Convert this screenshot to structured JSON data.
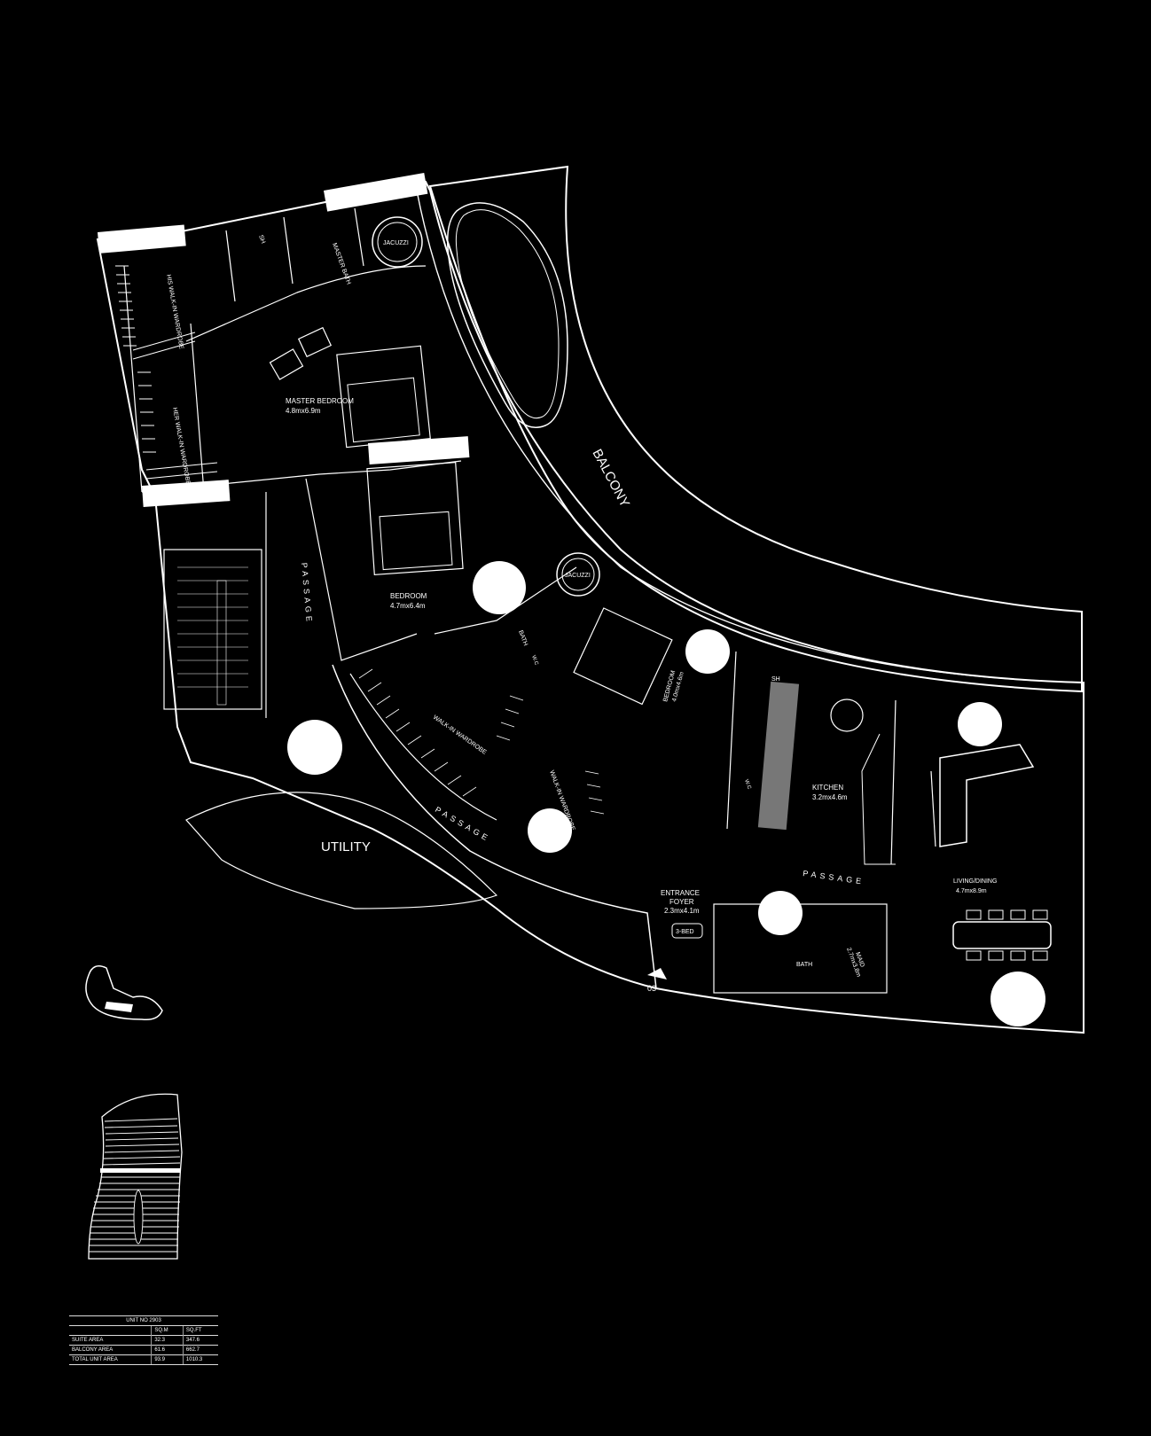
{
  "rooms": {
    "his_wardrobe": "HIS WALK-IN WARDROBE",
    "her_wardrobe": "HER WALK-IN WARDROBE",
    "sh1": "SH",
    "master_bath": "MASTER BATH",
    "jacuzzi1": "JACUZZI",
    "master_bedroom": "MASTER BEDROOM",
    "master_bedroom_dim": "4.8mx6.9m",
    "balcony": "BALCONY",
    "passage1": "PASSAGE",
    "bedroom": "BEDROOM",
    "bedroom_dim": "4.7mx6.4m",
    "jacuzzi2": "JACUZZI",
    "bath": "BATH",
    "wc1": "W.C",
    "bedroom2": "BEDROOM",
    "bedroom2_dim": "4.0mx4.6m",
    "wardrobe1": "WALK-IN WARDROBE",
    "wardrobe2": "WALK-IN WARDROBE",
    "sh2": "SH",
    "wc2": "W.C",
    "kitchen": "KITCHEN",
    "kitchen_dim": "3.2mx4.6m",
    "utility": "UTILITY",
    "passage2": "PASSAGE",
    "passage3": "PASSAGE",
    "living": "LIVING/DINING",
    "living_dim": "4.7mx8.9m",
    "entrance": "ENTRANCE",
    "foyer": "FOYER",
    "foyer_dim": "2.3mx4.1m",
    "three_bed": "3-BED",
    "bath2": "BATH",
    "maid": "MAID",
    "maid_dim": "2.7mx3.8m",
    "entry_no": "03"
  },
  "area_table": {
    "title": "UNIT NO 2903",
    "col1": "SQ.M",
    "col2": "SQ.FT",
    "rows": [
      {
        "label": "SUITE AREA",
        "sqm": "32.3",
        "sqft": "347.6"
      },
      {
        "label": "BALCONY AREA",
        "sqm": "61.6",
        "sqft": "662.7"
      },
      {
        "label": "TOTAL UNIT AREA",
        "sqm": "93.9",
        "sqft": "1010.3"
      }
    ]
  }
}
